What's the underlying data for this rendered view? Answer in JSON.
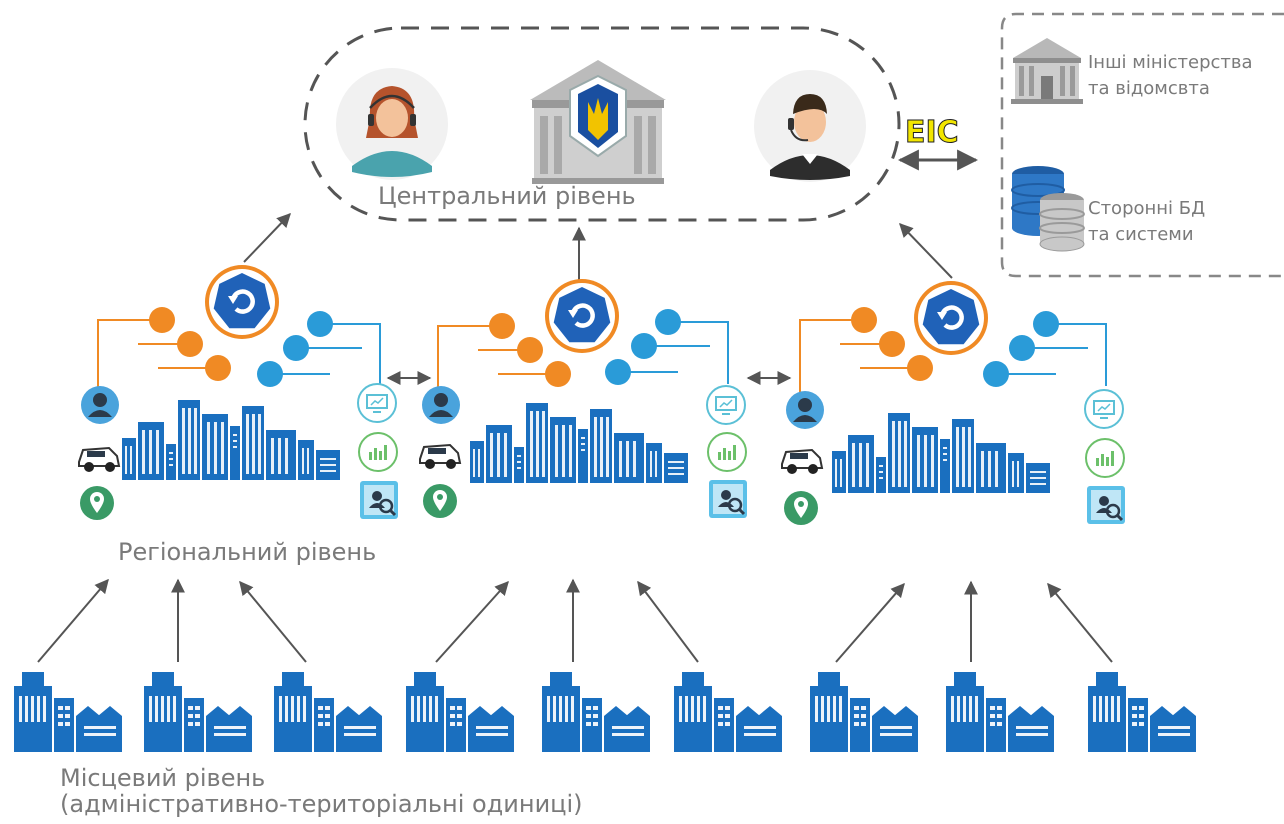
{
  "labels": {
    "central": "Центральний рівень",
    "regional": "Регіональний рівень",
    "local_line1": "Місцевий рівень",
    "local_line2": "(адміністративно-територіальні одиниці)",
    "eis": "ЕІС",
    "ministries_line1": "Інші міністерства",
    "ministries_line2": "та відомсвта",
    "db_line1": "Сторонні БД",
    "db_line2": "та системи"
  },
  "colors": {
    "orange": "#f08a24",
    "blue_dot": "#2a9bd8",
    "building": "#1a6fbf",
    "badge": "#2062b8",
    "dash": "#555555",
    "eis": "#f2e600",
    "text": "#7a7a7a",
    "panel_dash": "#888888"
  },
  "icons": {
    "operator_female": "operator-female-icon",
    "operator_male": "operator-male-icon",
    "ministry_building": "police-building-icon",
    "sync_badge": "sync-badge-icon",
    "user": "user-icon",
    "car": "car-icon",
    "location": "location-pin-icon",
    "monitor": "monitor-icon",
    "chart": "chart-icon",
    "user_search": "user-search-icon",
    "database": "database-icon"
  }
}
